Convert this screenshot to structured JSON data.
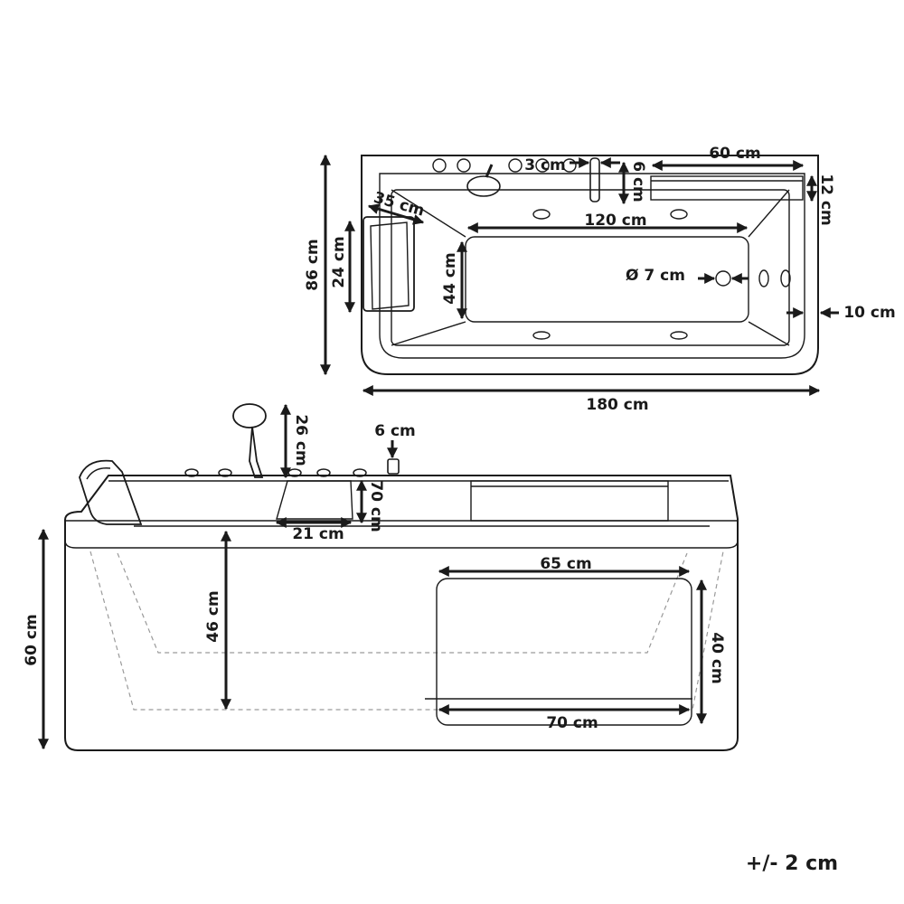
{
  "top_view": {
    "width_total": "180 cm",
    "depth_total": "86 cm",
    "headrest_height": "24 cm",
    "headrest_width": "35 cm",
    "basin_length": "120 cm",
    "basin_width": "44 cm",
    "tray_length": "60 cm",
    "tray_depth": "12 cm",
    "faucet_gap": "3 cm",
    "faucet_depth": "6 cm",
    "drain_diameter": "Ø 7 cm",
    "rim_width": "10 cm"
  },
  "front_view": {
    "height_total": "60 cm",
    "inner_depth": "46 cm",
    "showerhead_height": "26 cm",
    "spout_width": "6 cm",
    "overflow_height": "70 cm",
    "controls_width": "21 cm",
    "panel_width": "65 cm",
    "panel_height": "40 cm",
    "panel_base_width": "70 cm"
  },
  "tolerance": "+/- 2 cm"
}
